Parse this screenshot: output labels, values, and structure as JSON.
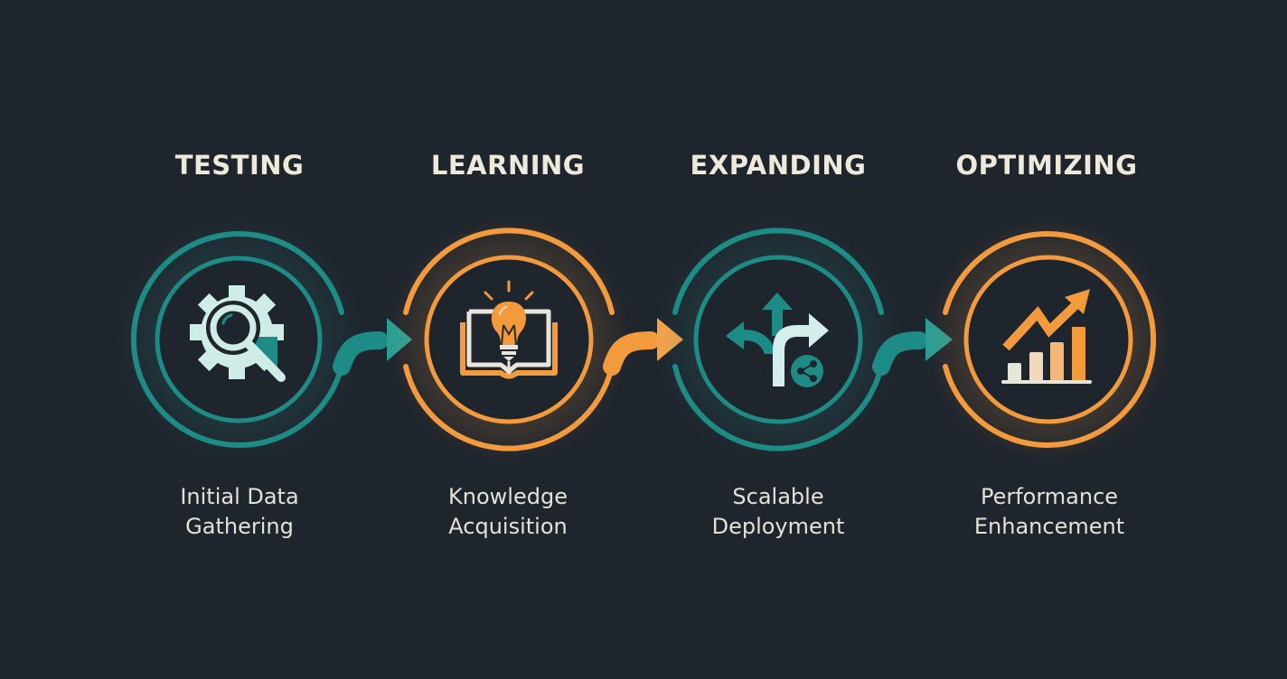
{
  "colors": {
    "background": "#1f252d",
    "teal": "#1e8c86",
    "orange": "#f39a3c",
    "icon_light": "#d4efeb",
    "text": "#eeeadb"
  },
  "steps": [
    {
      "title": "TESTING",
      "line1": "Initial Data",
      "line2": "Gathering",
      "color": "teal",
      "icon": "gear-magnifier-icon"
    },
    {
      "title": "LEARNING",
      "line1": "Knowledge",
      "line2": "Acquisition",
      "color": "orange",
      "icon": "lightbulb-book-icon"
    },
    {
      "title": "EXPANDING",
      "line1": "Scalable",
      "line2": "Deployment",
      "color": "teal",
      "icon": "branching-arrows-icon"
    },
    {
      "title": "OPTIMIZING",
      "line1": "Performance",
      "line2": "Enhancement",
      "color": "orange",
      "icon": "growth-chart-icon"
    }
  ]
}
